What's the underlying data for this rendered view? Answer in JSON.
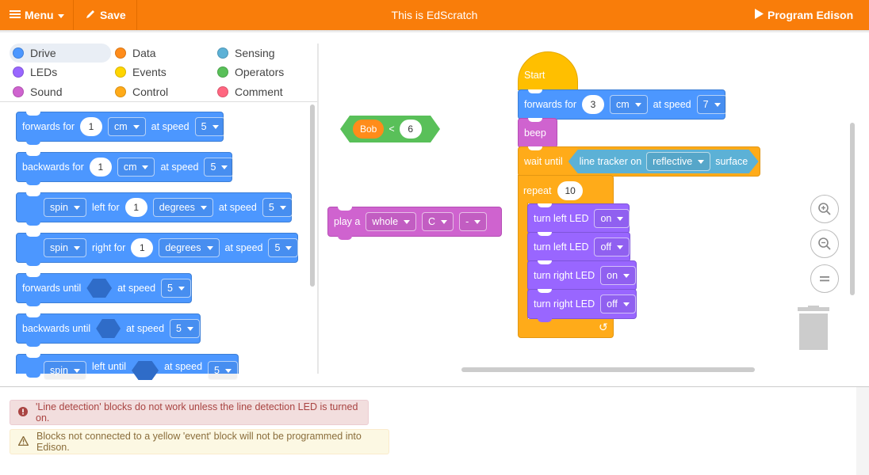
{
  "topbar": {
    "menu_label": "Menu",
    "save_label": "Save",
    "title": "This is EdScratch",
    "program_label": "Program Edison"
  },
  "categories": [
    {
      "label": "Drive",
      "color": "#4c97ff"
    },
    {
      "label": "Data",
      "color": "#ff8c1a"
    },
    {
      "label": "Sensing",
      "color": "#5cb1d6"
    },
    {
      "label": "LEDs",
      "color": "#9966ff"
    },
    {
      "label": "Events",
      "color": "#ffd500"
    },
    {
      "label": "Operators",
      "color": "#59c059"
    },
    {
      "label": "Sound",
      "color": "#cf63cf"
    },
    {
      "label": "Control",
      "color": "#ffab19"
    },
    {
      "label": "Comment",
      "color": "#ff6680"
    }
  ],
  "palette": {
    "b1": {
      "label": "forwards for",
      "value": "1",
      "unit": "cm",
      "speed_label": "at speed",
      "speed": "5"
    },
    "b2": {
      "label": "backwards for",
      "value": "1",
      "unit": "cm",
      "speed_label": "at speed",
      "speed": "5"
    },
    "b3": {
      "dir": "spin",
      "label": "left for",
      "value": "1",
      "unit": "degrees",
      "speed_label": "at speed",
      "speed": "5"
    },
    "b4": {
      "dir": "spin",
      "label": "right for",
      "value": "1",
      "unit": "degrees",
      "speed_label": "at speed",
      "speed": "5"
    },
    "b5": {
      "label": "forwards until",
      "speed_label": "at speed",
      "speed": "5"
    },
    "b6": {
      "label": "backwards until",
      "speed_label": "at speed",
      "speed": "5"
    },
    "b7": {
      "dir": "spin",
      "label": "left until",
      "speed_label": "at speed",
      "speed": "5"
    }
  },
  "workspace": {
    "compare": {
      "var": "Bob",
      "op": "<",
      "value": "6"
    },
    "play": {
      "label": "play a",
      "duration": "whole",
      "note": "C",
      "mod": "-"
    },
    "start_label": "Start",
    "forwards": {
      "label": "forwards for",
      "value": "3",
      "unit": "cm",
      "speed_label": "at speed",
      "speed": "7"
    },
    "beep_label": "beep",
    "wait": {
      "label": "wait until",
      "sensor": "line tracker on",
      "mode": "reflective",
      "suffix": "surface"
    },
    "repeat": {
      "label": "repeat",
      "count": "10"
    },
    "led1": {
      "label": "turn left LED",
      "state": "on"
    },
    "led2": {
      "label": "turn left LED",
      "state": "off"
    },
    "led3": {
      "label": "turn right LED",
      "state": "on"
    },
    "led4": {
      "label": "turn right LED",
      "state": "off"
    },
    "loop_arrow": "↺"
  },
  "messages": {
    "error": "'Line detection' blocks do not work unless the line detection LED is turned on.",
    "warning": "Blocks not connected to a yellow 'event' block will not be programmed into Edison."
  }
}
